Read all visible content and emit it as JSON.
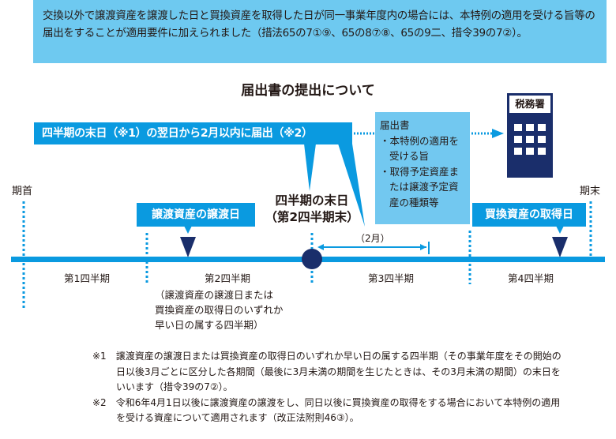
{
  "intro": "交換以外で譲渡資産を譲渡した日と買換資産を取得した日が同一事業年度内の場合には、本特例の適用を受ける旨等の届出をすることが適用要件に加えられました（措法65の7①⑨、65の8⑦⑧、65の9二、措令39の7②）。",
  "title": "届出書の提出について",
  "banner": "四半期の末日（※1）の翌日から2月以内に届出（※2）",
  "notice": {
    "heading": "届出書",
    "items": [
      "・本特例の適用を受ける旨",
      "・取得予定資産または譲渡予定資産の種類等"
    ]
  },
  "tax_office": "税務署",
  "period_start": "期首",
  "period_end": "期末",
  "transfer_date": "譲渡資産の譲渡日",
  "acquisition_date": "買換資産の取得日",
  "quarter_end": {
    "line1": "四半期の末日",
    "line2": "（第2四半期末）"
  },
  "two_months": "（2月）",
  "quarters": [
    "第1四半期",
    "第2四半期",
    "第3四半期",
    "第4四半期"
  ],
  "q2_note": [
    "（譲渡資産の譲渡日または",
    "買換資産の取得日のいずれか",
    "早い日の属する四半期）"
  ],
  "footnotes": [
    "※1　譲渡資産の譲渡日または買換資産の取得日のいずれか早い日の属する四半期（その事業年度をその開始の日以後3月ごとに区分した各期間（最後に3月未満の期間を生じたときは、その3月未満の期間）の末日をいいます（措令39の7②）。",
    "※2　令和6年4月1日以後に譲渡資産の譲渡をし、同日以後に買換資産の取得をする場合において本特例の適用を受ける資産について適用されます（改正法附則46③）。"
  ]
}
